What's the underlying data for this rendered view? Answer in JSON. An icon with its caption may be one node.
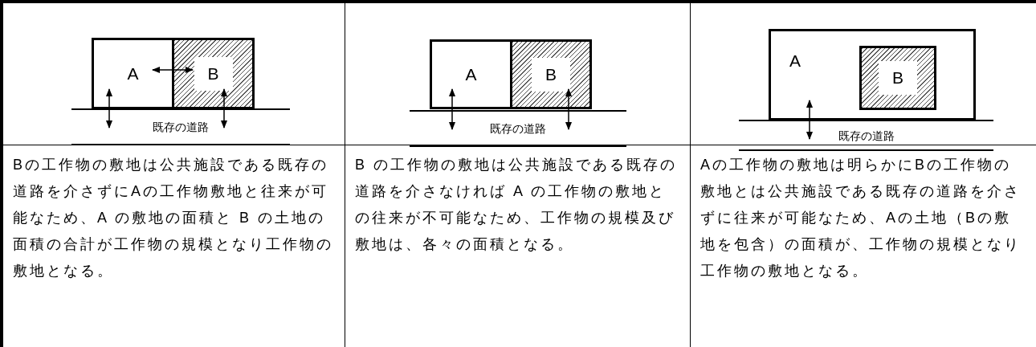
{
  "diagram": {
    "nodes": [
      {
        "text": [
          "A"
        ]
      },
      {
        "text": [
          "B"
        ]
      },
      {
        "text": [
          "既存の道路"
        ]
      },
      {
        "text": [
          "A"
        ]
      },
      {
        "text": [
          "B"
        ]
      },
      {
        "text": [
          "既存の道路"
        ]
      },
      {
        "text": [
          "A"
        ]
      },
      {
        "text": [
          "B"
        ],
        "in": 6
      },
      {
        "text": [
          "既存の道路"
        ]
      }
    ],
    "edges": [
      {
        "from": 0,
        "to": 1,
        "arrow": "both"
      },
      {
        "from": 0,
        "to": 2,
        "arrow": "both"
      },
      {
        "from": 1,
        "to": 2,
        "arrow": "both"
      },
      {
        "from": 3,
        "to": 5,
        "arrow": "both"
      },
      {
        "from": 4,
        "to": 5,
        "arrow": "both"
      },
      {
        "from": 6,
        "to": 8,
        "arrow": "both"
      }
    ],
    "labels": [
      "Bの工作物の敷地は公共施設である既存の道路を介さずにAの工作物敷地と往来が可能なため、A の敷地の面積と B の土地の面積の合計が工作物の規模となり工作物の敷地となる。",
      "B の工作物の敷地は公共施設である既存の道路を介さなければ A の工作物の敷地との往来が不可能なため、工作物の規模及び敷地は、各々の面積となる。",
      "Aの工作物の敷地は明らかにBの工作物の敷地とは公共施設である既存の道路を介さずに往来が可能なため、Aの土地（Bの敷地を包含）の面積が、工作物の規模となり工作物の敷地となる。"
    ]
  }
}
